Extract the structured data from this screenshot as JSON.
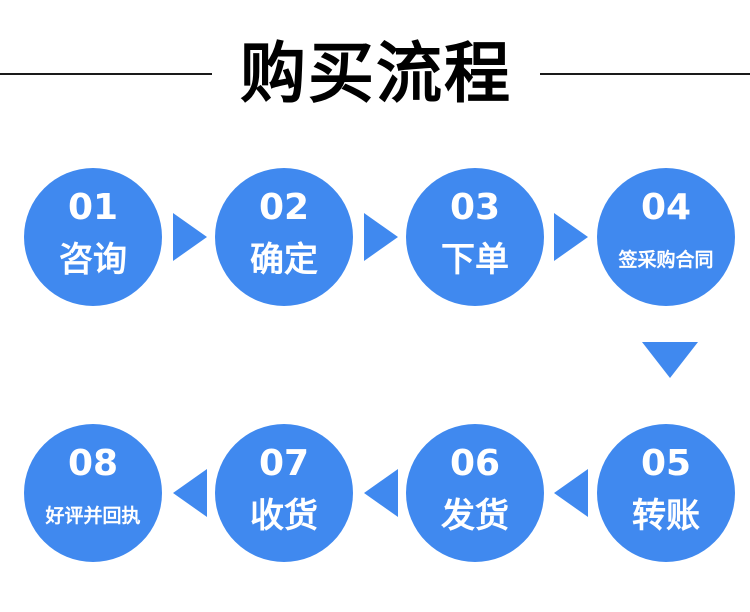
{
  "title": "购买流程",
  "colors": {
    "circle": "#4089ef",
    "arrow": "#4089ef",
    "title": "#000000",
    "line": "#1a1a1a"
  },
  "steps": [
    {
      "num": "01",
      "label": "咨询"
    },
    {
      "num": "02",
      "label": "确定"
    },
    {
      "num": "03",
      "label": "下单"
    },
    {
      "num": "04",
      "label": "签采购合同"
    },
    {
      "num": "05",
      "label": "转账"
    },
    {
      "num": "06",
      "label": "发货"
    },
    {
      "num": "07",
      "label": "收货"
    },
    {
      "num": "08",
      "label": "好评并回执"
    }
  ]
}
